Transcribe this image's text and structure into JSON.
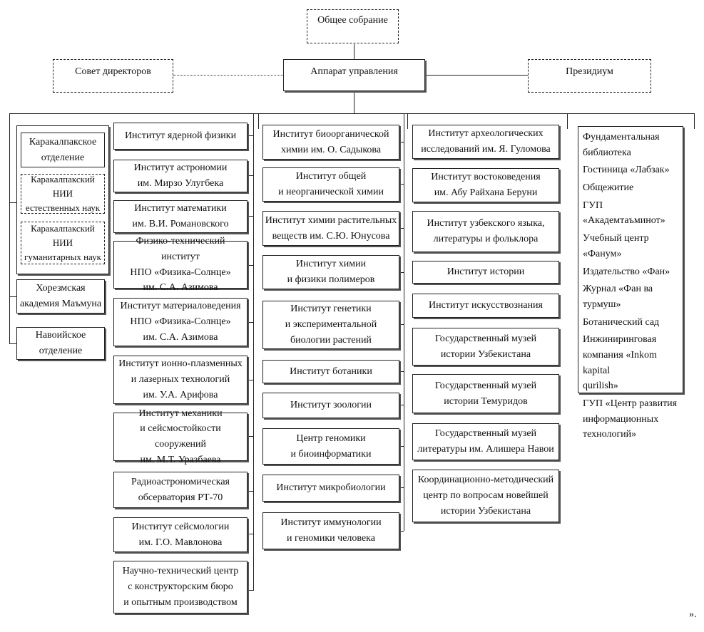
{
  "top": {
    "general_meeting": "Общее собрание",
    "directors_council": "Совет директоров",
    "management": "Аппарат управления",
    "presidium": "Президиум"
  },
  "col1": {
    "kk_department": "Каракалпакское\nотделение",
    "kk_natural": "Каракалпакский НИИ\nестественных наук",
    "kk_humanitarian": "Каракалпакский НИИ\nгуманитарных наук",
    "khorezm": "Хорезмская\nакадемия Маъмуна",
    "navoi": "Навоийское\nотделение"
  },
  "col2": [
    "Институт ядерной физики",
    "Институт астрономии\nим. Мирзо Улугбека",
    "Институт математики\nим. В.И. Романовского",
    "Физико-технический институт\nНПО «Физика-Солнце»\nим. С.А. Азимова",
    "Институт материаловедения\nНПО «Физика-Солнце»\nим. С.А. Азимова",
    "Институт ионно-плазменных\nи лазерных технологий\nим. У.А. Арифова",
    "Институт механики\nи сейсмостойкости сооружений\nим. М.Т. Уразбаева",
    "Радиоастрономическая\nобсерватория РТ-70",
    "Институт сейсмологии\nим. Г.О. Мавлонова",
    "Научно-технический центр\nс конструкторским бюро\nи опытным производством"
  ],
  "col3": [
    "Институт биоорганической\nхимии им. О. Садыкова",
    "Институт общей\nи неорганической химии",
    "Институт химии растительных\nвеществ им. С.Ю. Юнусова",
    "Институт химии\nи физики полимеров",
    "Институт генетики\nи экспериментальной\nбиологии растений",
    "Институт ботаники",
    "Институт зоологии",
    "Центр геномики\nи биоинформатики",
    "Институт микробиологии",
    "Институт иммунологии\nи геномики человека"
  ],
  "col4": [
    "Институт археологических\nисследований им. Я. Гуломова",
    "Институт востоковедения\nим. Абу Райхана Беруни",
    "Институт узбекского языка,\nлитературы и фольклора",
    "Институт истории",
    "Институт искусствознания",
    "Государственный музей\nистории Узбекистана",
    "Государственный музей\nистории Темуридов",
    "Государственный музей\nлитературы им. Алишера Навои",
    "Координационно-методический\nцентр по вопросам новейшей\nистории Узбекистана"
  ],
  "col5": [
    "Фундаментальная\nбиблиотека",
    "Гостиница «Лабзак»",
    "Общежитие",
    "ГУП «Академтаъминот»",
    "Учебный центр «Фанум»",
    "Издательство «Фан»",
    "Журнал «Фан ва турмуш»",
    "Ботанический сад",
    "Инжиниринговая\nкомпания «Inkom kapital\nqurilish»",
    "ГУП «Центр развития\nинформационных\nтехнологий»"
  ],
  "footer": "»."
}
